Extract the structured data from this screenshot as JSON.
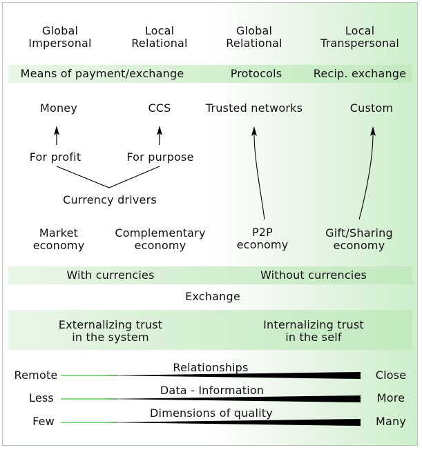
{
  "columns": {
    "c1": "Global\nImpersonal",
    "c2": "Local\nRelational",
    "c3": "Global\nRelational",
    "c4": "Local\nTranspersonal"
  },
  "band_top": {
    "means": "Means of payment/exchange",
    "protocols": "Protocols",
    "recip": "Recip. exchange"
  },
  "instruments": {
    "money": "Money",
    "ccs": "CCS",
    "trusted": "Trusted networks",
    "custom": "Custom"
  },
  "drivers": {
    "profit": "For profit",
    "purpose": "For purpose",
    "currency": "Currency drivers"
  },
  "economies": {
    "market": "Market\neconomy",
    "complementary": "Complementary\neconomy",
    "p2p": "P2P\neconomy",
    "gift": "Gift/Sharing\neconomy"
  },
  "currencies": {
    "with": "With currencies",
    "without": "Without currencies"
  },
  "exchange": "Exchange",
  "trust": {
    "externalizing": "Externalizing trust\nin the system",
    "internalizing": "Internalizing trust\nin the self"
  },
  "scales": [
    {
      "left": "Remote",
      "label": "Relationships",
      "right": "Close"
    },
    {
      "left": "Less",
      "label": "Data - Information",
      "right": "More"
    },
    {
      "left": "Few",
      "label": "Dimensions of quality",
      "right": "Many"
    }
  ]
}
